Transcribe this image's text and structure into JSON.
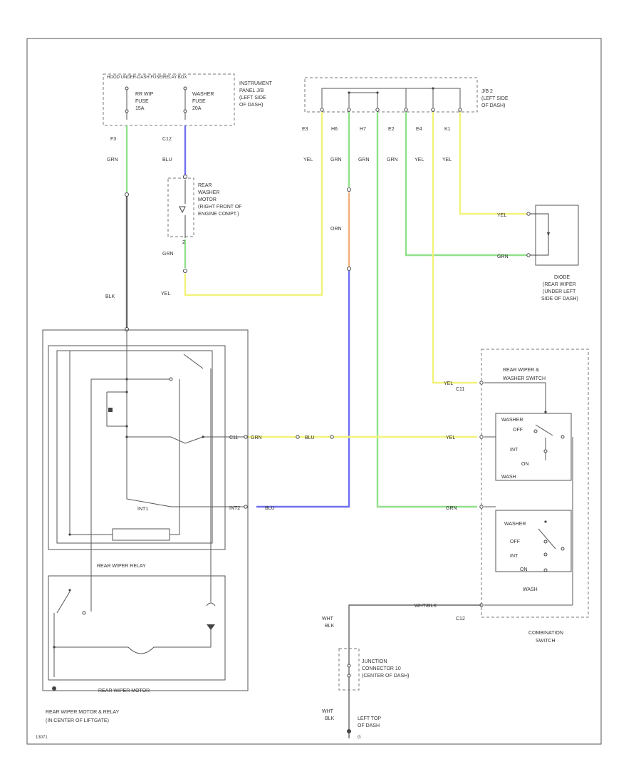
{
  "diagram_id": "13071",
  "fuse_box": "HOOD UNDER-DASH FUSE/RELAY BOX",
  "fuse_wiper": [
    "RR WIP",
    "FUSE",
    "15A"
  ],
  "fuse_washer": [
    "WASHER",
    "FUSE",
    "20A"
  ],
  "instrument_panel": [
    "INSTRUMENT",
    "PANEL J/B",
    "(LEFT SIDE",
    "OF DASH)"
  ],
  "jb2": [
    "J/B 2",
    "(LEFT SIDE",
    "OF DASH)"
  ],
  "fuse_pins": [
    "F3",
    "C12"
  ],
  "jb_pins": [
    "E3",
    "H6",
    "H7",
    "E2",
    "E4",
    "K1"
  ],
  "wire_colors": {
    "yel": "YEL",
    "grn": "GRN",
    "blu": "BLU",
    "blk": "BLK",
    "ora": "ORN",
    "grn_h7": "GRN"
  },
  "rear_washer_motor": [
    "REAR",
    "WASHER",
    "MOTOR",
    "(RIGHT FRONT OF",
    "ENGINE COMPT.)"
  ],
  "diode": [
    "DIODE",
    "(REAR WIPER",
    "(UNDER LEFT",
    "SIDE OF DASH)"
  ],
  "relay_label": "REAR WIPER RELAY",
  "motor_label": "REAR WIPER MOTOR",
  "motor_relay": [
    "REAR WIPER MOTOR & RELAY",
    "(IN CENTER OF LIFTGATE)"
  ],
  "switch_title": [
    "REAR WIPER &",
    "WASHER SWITCH"
  ],
  "switch_positions_top": [
    "WASHER",
    "OFF",
    "INT",
    "ON",
    "WASH"
  ],
  "switch_positions_bottom": [
    "WASHER",
    "OFF",
    "INT",
    "ON",
    "WASH"
  ],
  "combination_switch": [
    "COMBINATION",
    "SWITCH"
  ],
  "switch_pins": [
    "C11",
    "C12"
  ],
  "junction_connector": [
    "JUNCTION",
    "CONNECTOR 10",
    "(CENTER OF DASH)"
  ],
  "ground": [
    "LEFT TOP",
    "OF DASH"
  ],
  "ground_tag": "G",
  "relay_inline": [
    "INT1",
    "INT2"
  ],
  "relay_pin_labels": [
    "GRN",
    "BLU",
    "BLU"
  ],
  "switch_wire": "WHT/BLK",
  "ground_wire_1": [
    "WHT",
    "BLK"
  ],
  "ground_wire_2": [
    "WHT",
    "BLK"
  ],
  "pin_num": "2",
  "colors": {
    "yellow": "#f2f27a",
    "green": "#8fe08a",
    "blue": "#6f6ff0",
    "orange": "#f2b07a",
    "black": "#555555"
  }
}
